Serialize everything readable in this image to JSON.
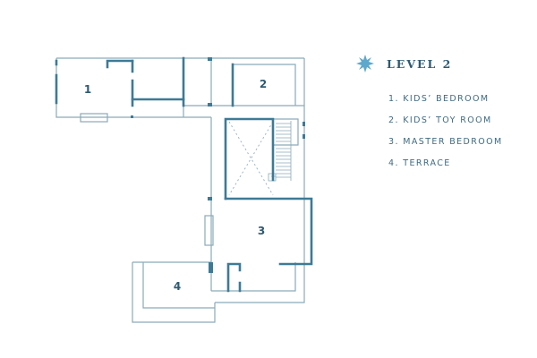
{
  "legend": {
    "icon": "compass-star-icon",
    "title": "LEVEL 2",
    "items": [
      {
        "number": "1",
        "label": "1. KIDS’ BEDROOM"
      },
      {
        "number": "2",
        "label": "2. KIDS’ TOY ROOM"
      },
      {
        "number": "3",
        "label": "3. MASTER BEDROOM"
      },
      {
        "number": "4",
        "label": "4. TERRACE"
      }
    ]
  },
  "rooms": [
    {
      "id": "1",
      "label": "1"
    },
    {
      "id": "2",
      "label": "2"
    },
    {
      "id": "3",
      "label": "3"
    },
    {
      "id": "4",
      "label": "4"
    }
  ],
  "colors": {
    "wall_thick": "#3d7a96",
    "wall_thin": "#7fa3b5",
    "text": "#2e5a72",
    "star": "#5ea8cc"
  }
}
